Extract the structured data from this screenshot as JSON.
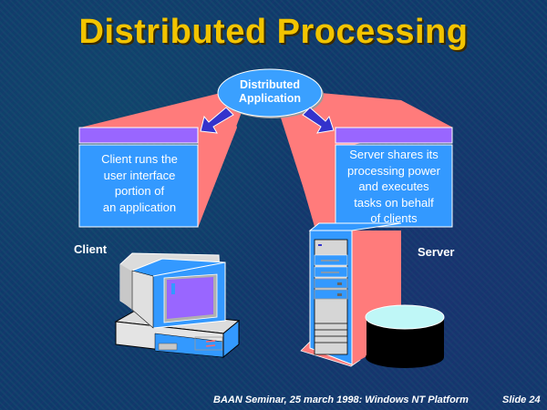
{
  "slide": {
    "title": "Distributed Processing",
    "center_node": {
      "line1": "Distributed",
      "line2": "Application",
      "icon": "ellipse-node"
    },
    "client_box": {
      "lines": [
        "Client runs the",
        "user interface",
        "portion of",
        "an application"
      ]
    },
    "server_box": {
      "lines": [
        "Server shares its",
        "processing power",
        "and executes",
        "tasks on behalf",
        "of clients"
      ]
    },
    "client_label": "Client",
    "server_label": "Server",
    "icons": {
      "client": "desktop-computer-icon",
      "server": "tower-server-icon",
      "storage": "disk-cylinder-icon",
      "arrow_left": "arrow-down-left-icon",
      "arrow_right": "arrow-down-right-icon"
    },
    "footer": {
      "text": "BAAN Seminar, 25 march 1998: Windows NT Platform",
      "slide_number": "Slide 24"
    },
    "colors": {
      "background": "#0f3a6b",
      "title": "#f2c400",
      "beam": "#ff7b7b",
      "box": "#3399ff",
      "box_header": "#9966ff",
      "arrow": "#3333cc",
      "ellipse": "#3aa0ff"
    }
  }
}
